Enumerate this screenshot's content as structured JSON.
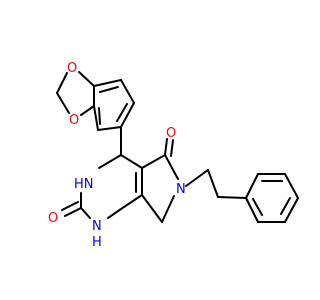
{
  "colors": {
    "bond": "#000000",
    "oxygen": "#ff0000",
    "nitrogen": "#0000ff",
    "background": "#ffffff"
  },
  "atoms": {
    "o_dioxole_top": "O",
    "o_dioxole_bottom": "O",
    "o_ketone": "O",
    "o_urea": "O",
    "nh_top": "HN",
    "nh_bottom_n": "N",
    "nh_bottom_h": "H",
    "n_pyrrolidine": "N"
  }
}
